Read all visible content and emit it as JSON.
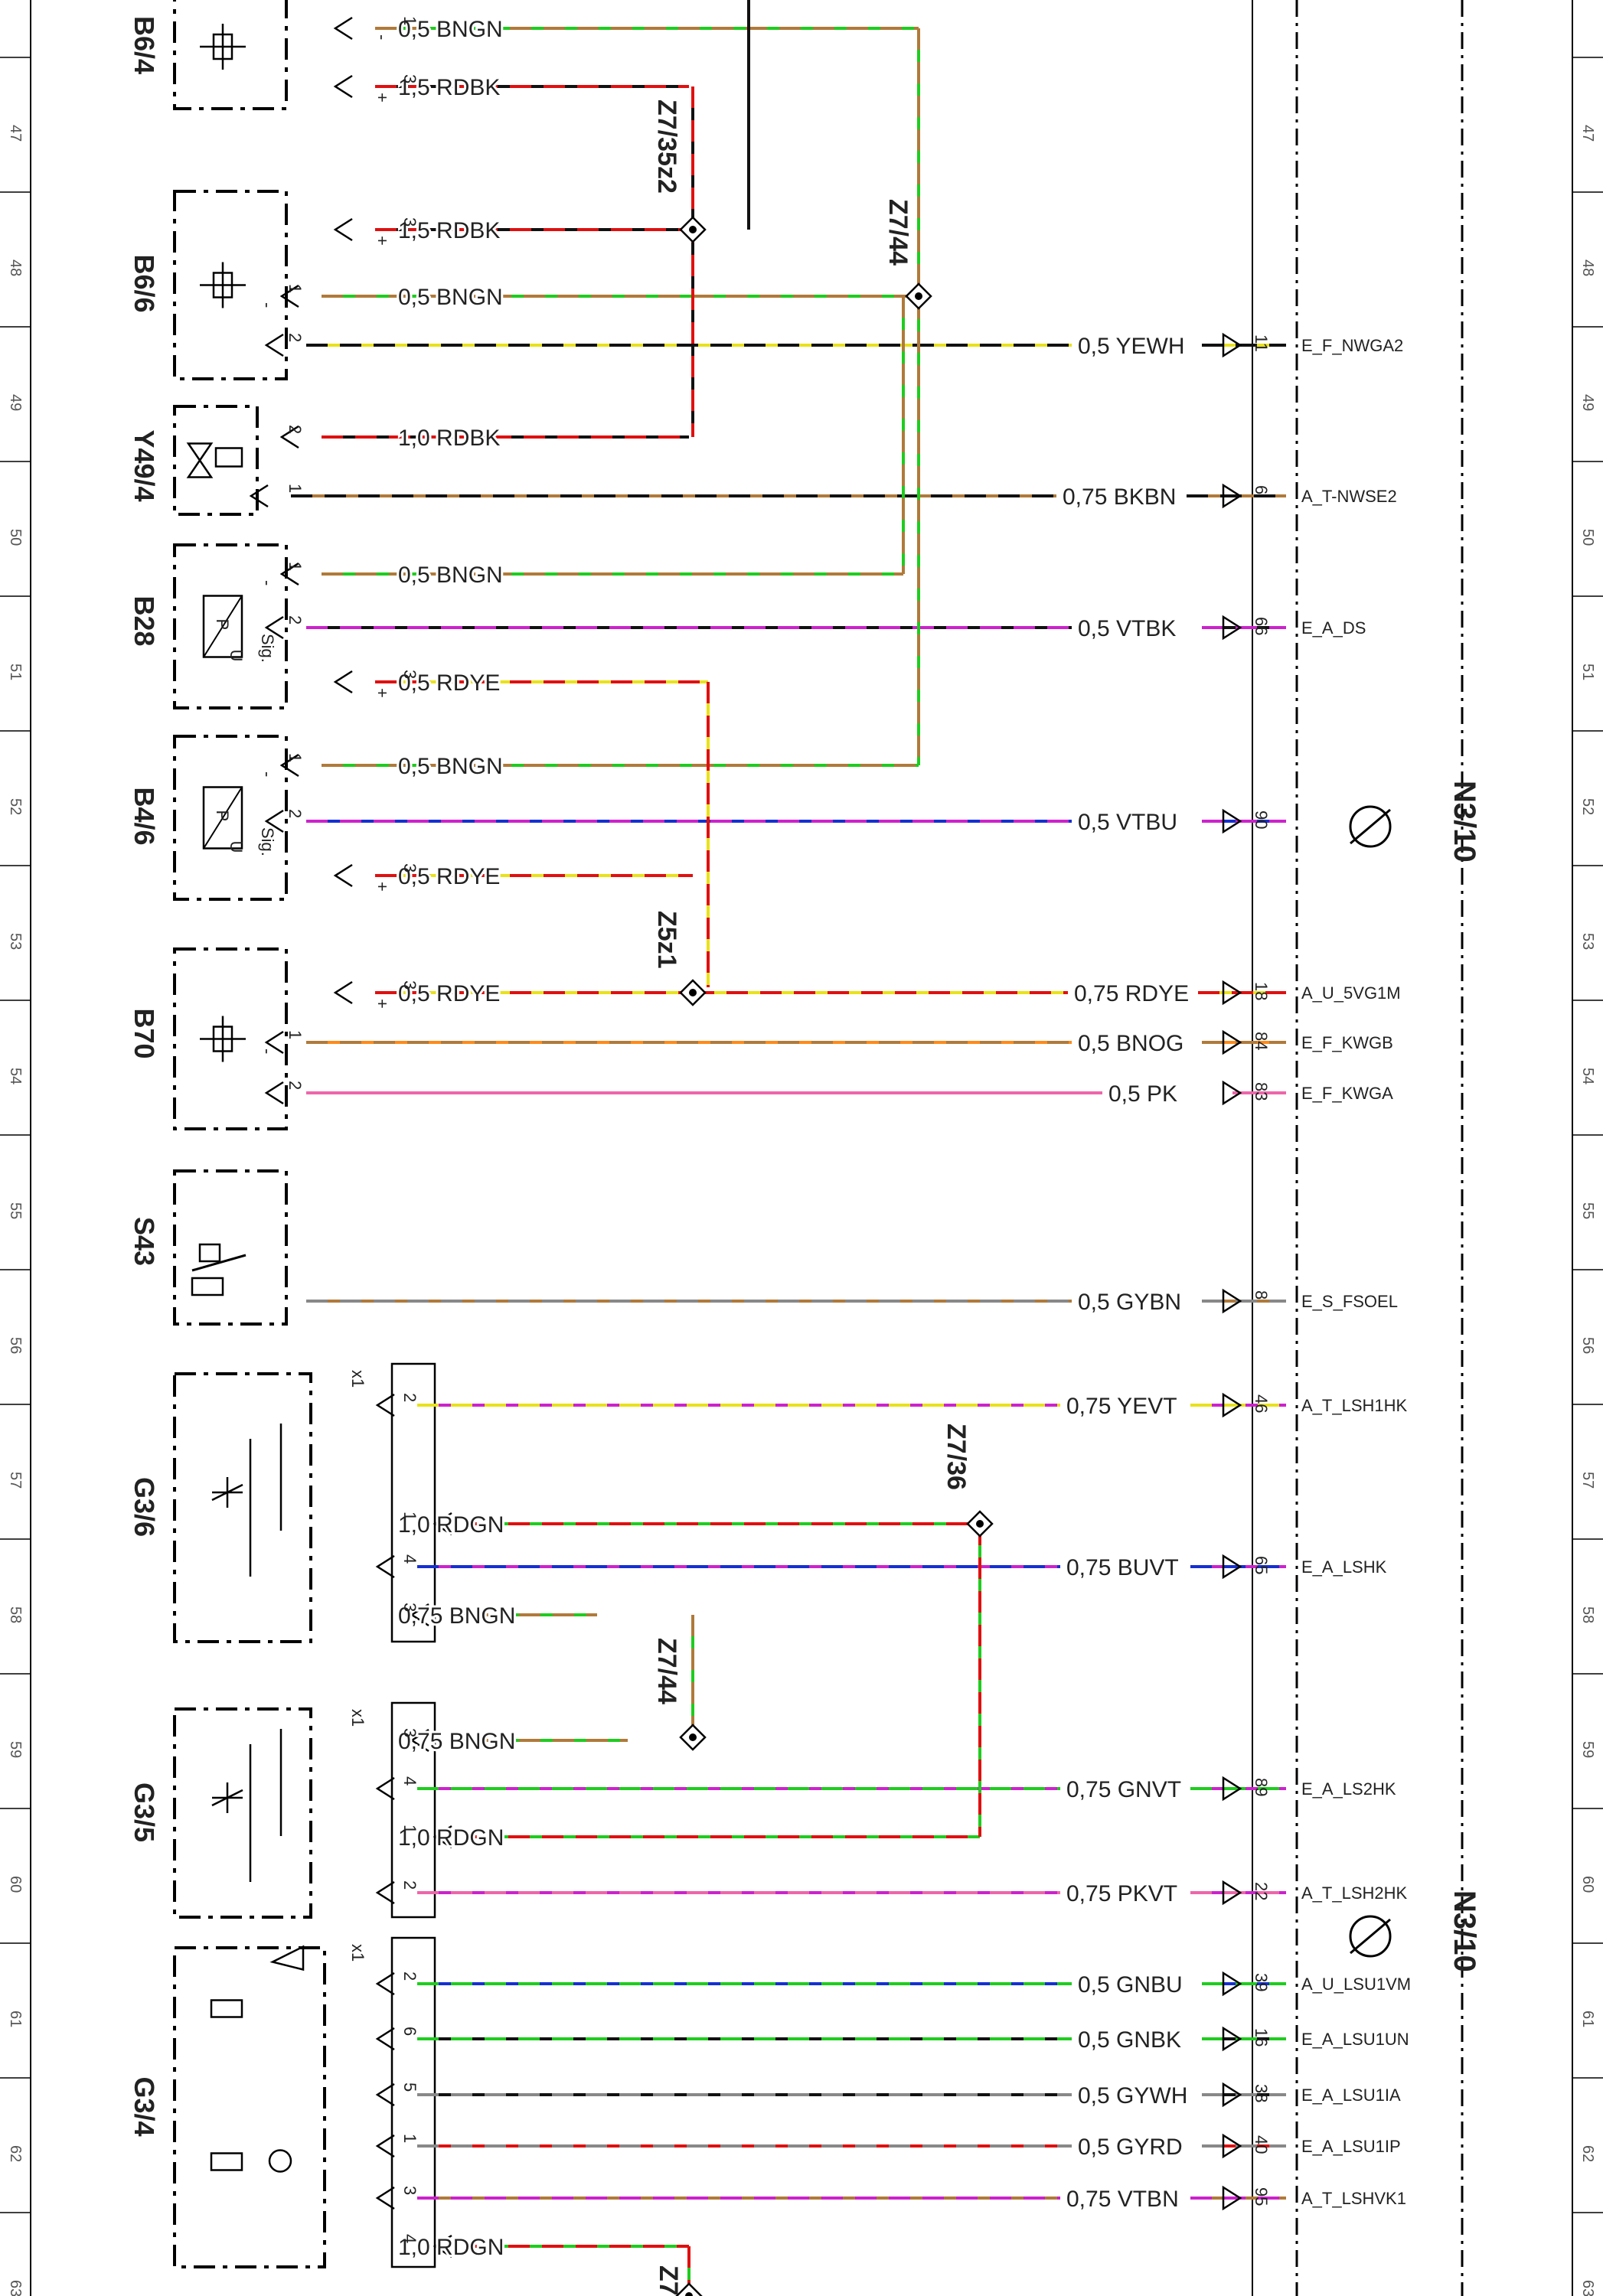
{
  "ecu": {
    "name": "N3/10"
  },
  "row_numbers": [
    "47",
    "48",
    "49",
    "50",
    "51",
    "52",
    "53",
    "54",
    "55",
    "56",
    "57",
    "58",
    "59",
    "60",
    "61",
    "62",
    "63"
  ],
  "colors": {
    "BN": "#b07a3a",
    "GN": "#1fcc1f",
    "RD": "#e01010",
    "BK": "#111111",
    "YE": "#e9e21a",
    "WH": "#ffffff",
    "VT": "#cc22cc",
    "BU": "#1530d0",
    "OG": "#ff8a1a",
    "PK": "#ee66aa",
    "GY": "#888888"
  },
  "components": [
    {
      "name": "B6/4"
    },
    {
      "name": "B6/6"
    },
    {
      "name": "Y49/4"
    },
    {
      "name": "B28"
    },
    {
      "name": "B4/6"
    },
    {
      "name": "B70"
    },
    {
      "name": "S43"
    },
    {
      "name": "G3/6"
    },
    {
      "name": "G3/5"
    },
    {
      "name": "G3/4"
    }
  ],
  "connector_labels": [
    "x1",
    "x1",
    "x1"
  ],
  "splices": [
    {
      "name": "Z7/35z2"
    },
    {
      "name": "Z7/44"
    },
    {
      "name": "Z5z1"
    },
    {
      "name": "Z7/36"
    },
    {
      "name": "Z7/44"
    },
    {
      "name": "Z7"
    }
  ],
  "wires": [
    {
      "label": "0,5 BNGN",
      "colors": [
        "BN",
        "GN"
      ]
    },
    {
      "label": "1,5 RDBK",
      "colors": [
        "RD",
        "BK"
      ]
    },
    {
      "label": "1,5 RDBK",
      "colors": [
        "RD",
        "BK"
      ]
    },
    {
      "label": "0,5 BNGN",
      "colors": [
        "BN",
        "GN"
      ]
    },
    {
      "label": "0,5 YEWH",
      "colors": [
        "BK",
        "YE"
      ]
    },
    {
      "label": "1,0 RDBK",
      "colors": [
        "RD",
        "BK"
      ]
    },
    {
      "label": "0,75 BKBN",
      "colors": [
        "BK",
        "BN"
      ]
    },
    {
      "label": "0,5 BNGN",
      "colors": [
        "BN",
        "GN"
      ]
    },
    {
      "label": "0,5 VTBK",
      "colors": [
        "VT",
        "BK"
      ]
    },
    {
      "label": "0,5 RDYE",
      "colors": [
        "RD",
        "YE"
      ]
    },
    {
      "label": "0,5 BNGN",
      "colors": [
        "BN",
        "GN"
      ]
    },
    {
      "label": "0,5 VTBU",
      "colors": [
        "VT",
        "BU"
      ]
    },
    {
      "label": "0,5 RDYE",
      "colors": [
        "RD",
        "YE"
      ]
    },
    {
      "label": "0,5 RDYE",
      "colors": [
        "RD",
        "YE"
      ]
    },
    {
      "label": "0,75 RDYE",
      "colors": [
        "RD",
        "YE"
      ]
    },
    {
      "label": "0,5 BNOG",
      "colors": [
        "BN",
        "OG"
      ]
    },
    {
      "label": "0,5 PK",
      "colors": [
        "PK",
        "PK"
      ]
    },
    {
      "label": "0,5 GYBN",
      "colors": [
        "GY",
        "BN"
      ]
    },
    {
      "label": "0,75 YEVT",
      "colors": [
        "YE",
        "VT"
      ]
    },
    {
      "label": "1,0 RDGN",
      "colors": [
        "RD",
        "GN"
      ]
    },
    {
      "label": "0,75 BUVT",
      "colors": [
        "BU",
        "VT"
      ]
    },
    {
      "label": "0,75 BNGN",
      "colors": [
        "BN",
        "GN"
      ]
    },
    {
      "label": "0,75 BNGN",
      "colors": [
        "BN",
        "GN"
      ]
    },
    {
      "label": "0,75 GNVT",
      "colors": [
        "GN",
        "VT"
      ]
    },
    {
      "label": "1,0 RDGN",
      "colors": [
        "RD",
        "GN"
      ]
    },
    {
      "label": "0,75 PKVT",
      "colors": [
        "PK",
        "VT"
      ]
    },
    {
      "label": "0,5 GNBU",
      "colors": [
        "GN",
        "BU"
      ]
    },
    {
      "label": "0,5 GNBK",
      "colors": [
        "GN",
        "BK"
      ]
    },
    {
      "label": "0,5 GYWH",
      "colors": [
        "GY",
        "BK"
      ]
    },
    {
      "label": "0,5 GYRD",
      "colors": [
        "GY",
        "RD"
      ]
    },
    {
      "label": "0,75 VTBN",
      "colors": [
        "VT",
        "BN"
      ]
    },
    {
      "label": "1,0 RDGN",
      "colors": [
        "RD",
        "GN"
      ]
    }
  ],
  "ecu_pins": [
    {
      "pin": "11",
      "signal": "E_F_NWGA2"
    },
    {
      "pin": "6",
      "signal": "A_T-NWSE2"
    },
    {
      "pin": "66",
      "signal": "E_A_DS"
    },
    {
      "pin": "90",
      "signal": ""
    },
    {
      "pin": "18",
      "signal": "A_U_5VG1M"
    },
    {
      "pin": "84",
      "signal": "E_F_KWGB"
    },
    {
      "pin": "83",
      "signal": "E_F_KWGA"
    },
    {
      "pin": "8",
      "signal": "E_S_FSOEL"
    },
    {
      "pin": "46",
      "signal": "A_T_LSH1HK"
    },
    {
      "pin": "65",
      "signal": "E_A_LSHK"
    },
    {
      "pin": "89",
      "signal": "E_A_LS2HK"
    },
    {
      "pin": "22",
      "signal": "A_T_LSH2HK"
    },
    {
      "pin": "39",
      "signal": "A_U_LSU1VM"
    },
    {
      "pin": "16",
      "signal": "E_A_LSU1UN"
    },
    {
      "pin": "38",
      "signal": "E_A_LSU1IA"
    },
    {
      "pin": "40",
      "signal": "E_A_LSU1IP"
    },
    {
      "pin": "95",
      "signal": "A_T_LSHVK1"
    }
  ],
  "component_pins": [
    {
      "pin": "1",
      "mark": "-"
    },
    {
      "pin": "3",
      "mark": "+"
    },
    {
      "pin": "3",
      "mark": "+"
    },
    {
      "pin": "1",
      "mark": "-"
    },
    {
      "pin": "2",
      "mark": ""
    },
    {
      "pin": "2",
      "mark": ""
    },
    {
      "pin": "1",
      "mark": ""
    },
    {
      "pin": "1",
      "mark": "-"
    },
    {
      "pin": "2",
      "mark": "Sig."
    },
    {
      "pin": "3",
      "mark": "+"
    },
    {
      "pin": "1",
      "mark": "-"
    },
    {
      "pin": "2",
      "mark": "Sig."
    },
    {
      "pin": "3",
      "mark": "+"
    },
    {
      "pin": "3",
      "mark": "+"
    },
    {
      "pin": "1",
      "mark": "-"
    },
    {
      "pin": "2",
      "mark": ""
    },
    {
      "pin": "2",
      "mark": ""
    },
    {
      "pin": "1",
      "mark": ""
    },
    {
      "pin": "4",
      "mark": ""
    },
    {
      "pin": "3",
      "mark": ""
    },
    {
      "pin": "3",
      "mark": ""
    },
    {
      "pin": "4",
      "mark": ""
    },
    {
      "pin": "1",
      "mark": ""
    },
    {
      "pin": "2",
      "mark": ""
    },
    {
      "pin": "2",
      "mark": ""
    },
    {
      "pin": "6",
      "mark": ""
    },
    {
      "pin": "5",
      "mark": ""
    },
    {
      "pin": "1",
      "mark": ""
    },
    {
      "pin": "3",
      "mark": ""
    },
    {
      "pin": "4",
      "mark": ""
    }
  ],
  "sensor_letters": {
    "top": "P",
    "bottom": "U"
  }
}
